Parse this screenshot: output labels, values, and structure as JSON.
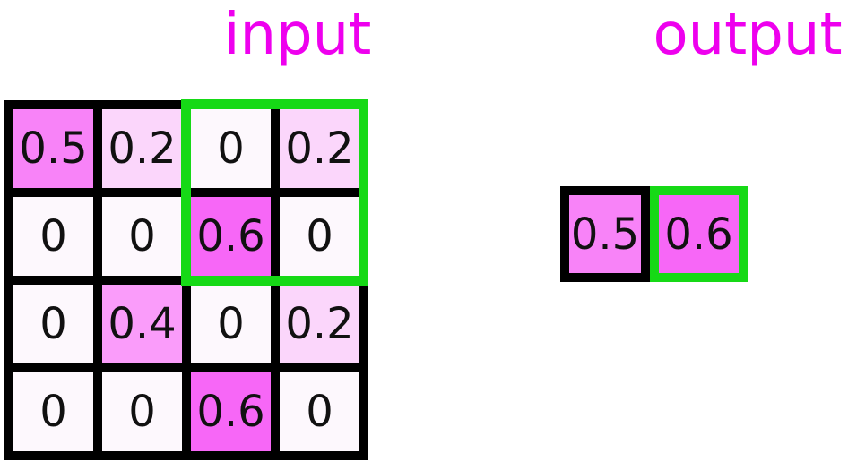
{
  "figure": {
    "input_title": "input",
    "output_title": "output"
  },
  "colors": {
    "title": "#ee00ee",
    "grid_line": "#000000",
    "highlight_green": "#16d916",
    "number_text": "#111111",
    "cell_value_fills": {
      "0": "#fdf8fd",
      "0.2": "#fbd6fb",
      "0.4": "#fa9cfa",
      "0.5": "#f883f8",
      "0.6": "#f767f7"
    }
  },
  "input_grid": {
    "rows": [
      [
        "0.5",
        "0.2",
        "0",
        "0.2"
      ],
      [
        "0",
        "0",
        "0.6",
        "0"
      ],
      [
        "0",
        "0.4",
        "0",
        "0.2"
      ],
      [
        "0",
        "0",
        "0.6",
        "0"
      ]
    ],
    "highlighted_region": "rows 1-2, columns 3-4"
  },
  "output_grid": {
    "cells": [
      "0.5",
      "0.6"
    ],
    "highlighted_cell": "0.6"
  }
}
